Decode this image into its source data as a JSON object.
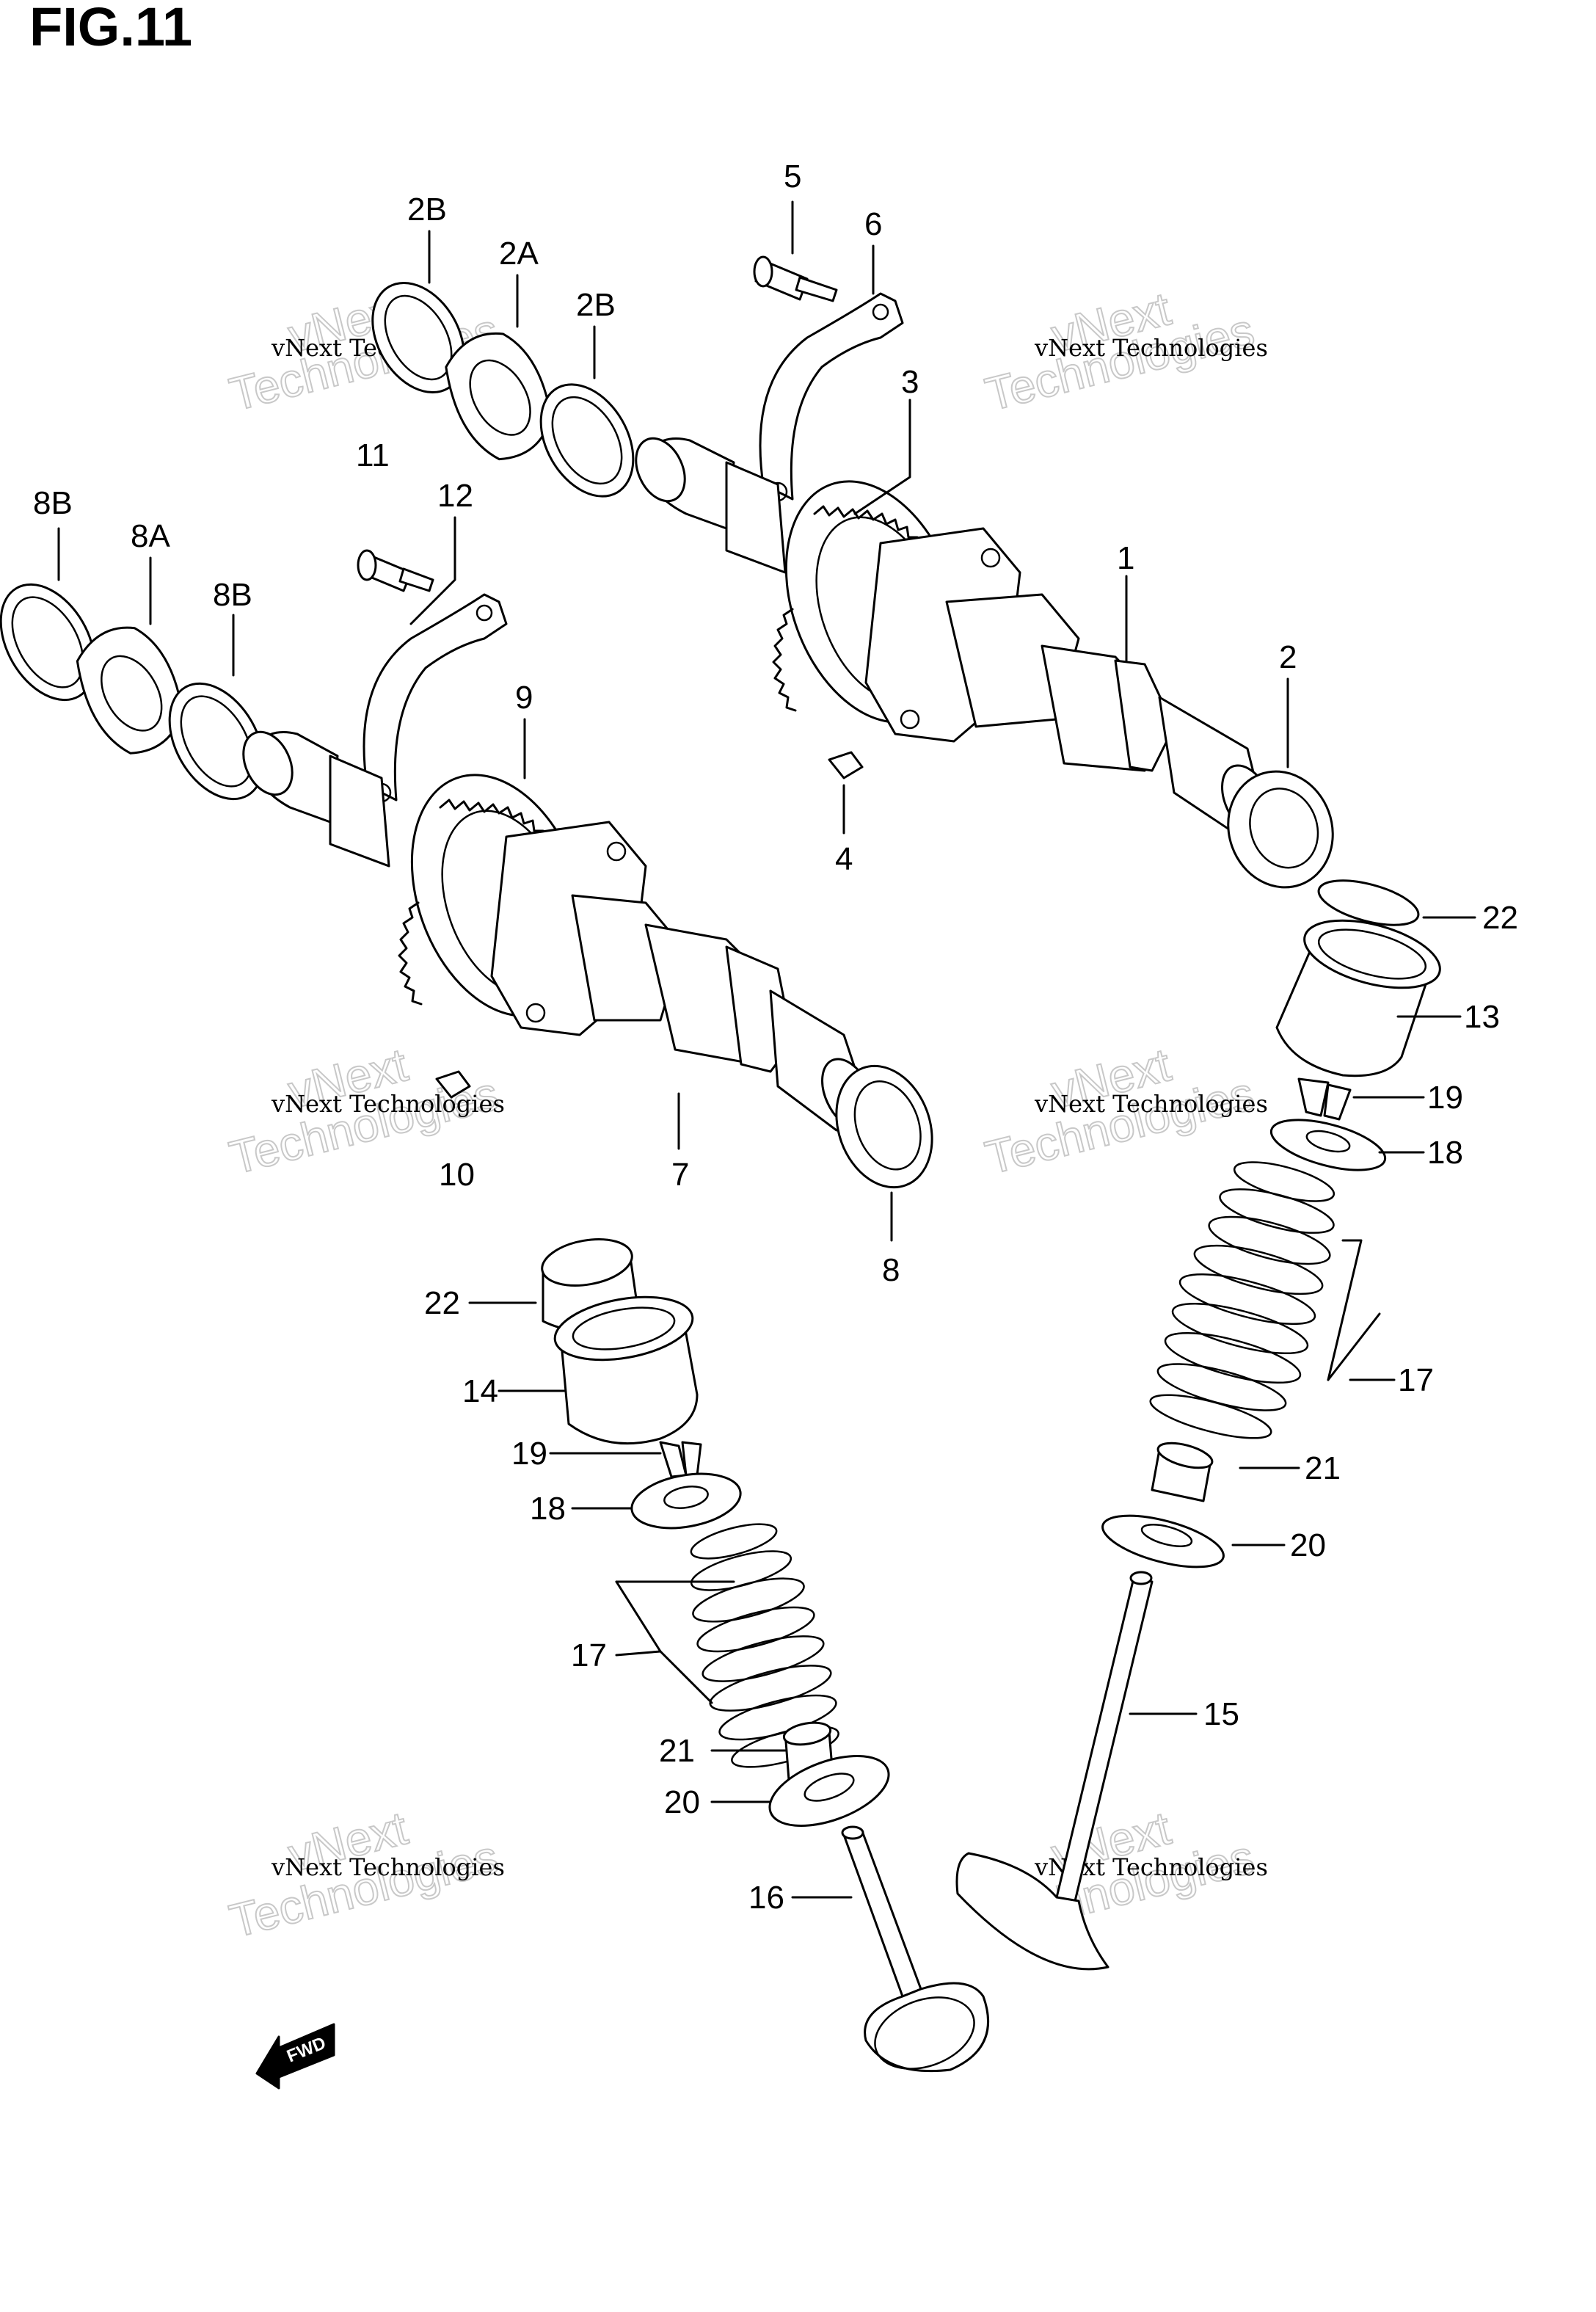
{
  "figure": {
    "title": "FIG.11"
  },
  "callouts": [
    {
      "id": "c-2b-top",
      "label": "2B"
    },
    {
      "id": "c-2a-top",
      "label": "2A"
    },
    {
      "id": "c-2b-mid",
      "label": "2B"
    },
    {
      "id": "c-5",
      "label": "5"
    },
    {
      "id": "c-6",
      "label": "6"
    },
    {
      "id": "c-3",
      "label": "3"
    },
    {
      "id": "c-11",
      "label": "11"
    },
    {
      "id": "c-12",
      "label": "12"
    },
    {
      "id": "c-8b-left",
      "label": "8B"
    },
    {
      "id": "c-8a",
      "label": "8A"
    },
    {
      "id": "c-8b-right",
      "label": "8B"
    },
    {
      "id": "c-1",
      "label": "1"
    },
    {
      "id": "c-2",
      "label": "2"
    },
    {
      "id": "c-9",
      "label": "9"
    },
    {
      "id": "c-4",
      "label": "4"
    },
    {
      "id": "c-22-right",
      "label": "22"
    },
    {
      "id": "c-13",
      "label": "13"
    },
    {
      "id": "c-19-right",
      "label": "19"
    },
    {
      "id": "c-18-right",
      "label": "18"
    },
    {
      "id": "c-10",
      "label": "10"
    },
    {
      "id": "c-7",
      "label": "7"
    },
    {
      "id": "c-8",
      "label": "8"
    },
    {
      "id": "c-17-right",
      "label": "17"
    },
    {
      "id": "c-22-left",
      "label": "22"
    },
    {
      "id": "c-14",
      "label": "14"
    },
    {
      "id": "c-21-right",
      "label": "21"
    },
    {
      "id": "c-19-left",
      "label": "19"
    },
    {
      "id": "c-20-right",
      "label": "20"
    },
    {
      "id": "c-18-left",
      "label": "18"
    },
    {
      "id": "c-17-left",
      "label": "17"
    },
    {
      "id": "c-15",
      "label": "15"
    },
    {
      "id": "c-21-left",
      "label": "21"
    },
    {
      "id": "c-20-left",
      "label": "20"
    },
    {
      "id": "c-16",
      "label": "16"
    }
  ],
  "watermark": {
    "line1": "vNext Technologies",
    "line2": "vNext",
    "line3": "Technologies"
  },
  "fwd_label": "FWD"
}
